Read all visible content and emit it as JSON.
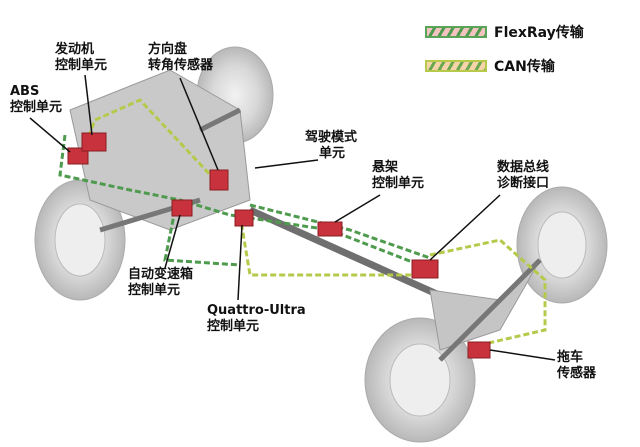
{
  "legend": [
    {
      "label": "FlexRay传输",
      "color": "#5aa45a"
    },
    {
      "label": "CAN传输",
      "color": "#b7c94a"
    }
  ],
  "labels": {
    "engine": [
      "发动机",
      "控制单元"
    ],
    "steering": [
      "方向盘",
      "转角传感器"
    ],
    "abs": [
      "ABS",
      "控制单元"
    ],
    "drive_mode": [
      "驾驶模式",
      "单元"
    ],
    "suspension": [
      "悬架",
      "控制单元"
    ],
    "diagnosis": [
      "数据总线",
      "诊断接口"
    ],
    "gearbox": [
      "自动变速箱",
      "控制单元"
    ],
    "quattro": [
      "Quattro-Ultra",
      "控制单元"
    ],
    "trailer": [
      "拖车",
      "传感器"
    ]
  },
  "colors": {
    "ecu": "#c8323c",
    "chassis": "#9a9a9a"
  }
}
